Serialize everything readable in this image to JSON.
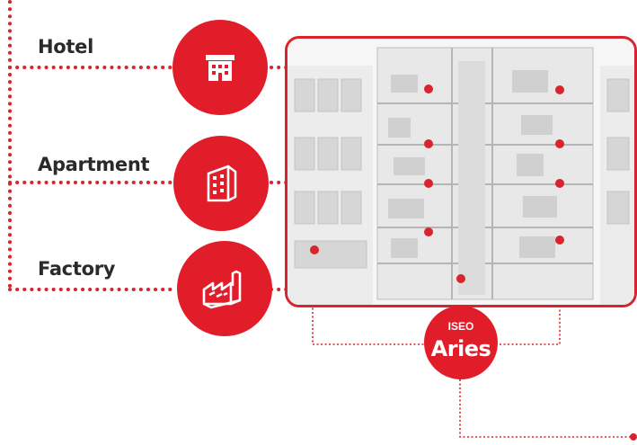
{
  "categories": [
    {
      "label": "Hotel",
      "icon": "hotel-icon"
    },
    {
      "label": "Apartment",
      "icon": "apartment-icon"
    },
    {
      "label": "Factory",
      "icon": "factory-icon"
    }
  ],
  "product": {
    "brand": "ISEO",
    "name": "Aries"
  },
  "colors": {
    "accent": "#e11d2a",
    "text": "#2a2a2a"
  }
}
